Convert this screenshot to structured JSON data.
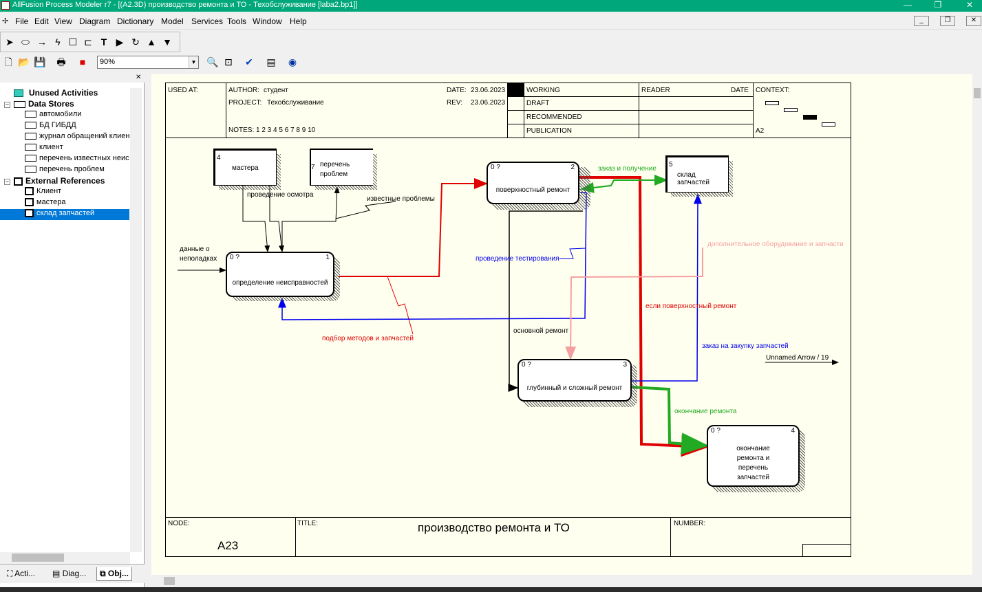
{
  "window": {
    "title": "AllFusion Process Modeler r7 - [(A2.3D) производство ремонта и ТО - Техобслуживание  [laba2.bp1]]",
    "controls": {
      "minimize": "—",
      "restore": "❐",
      "close": "✕"
    }
  },
  "menu": [
    "File",
    "Edit",
    "View",
    "Diagram",
    "Dictionary",
    "Model",
    "Services",
    "Tools",
    "Window",
    "Help"
  ],
  "mdi_controls": {
    "minimize": "_",
    "restore": "❐",
    "close": "✕"
  },
  "toolbar": {
    "tools": [
      "pointer-tool",
      "activity-box-tool",
      "precedence-arrow-tool",
      "squiggle-tool",
      "data-store-tool",
      "external-ref-tool",
      "text-tool",
      "off-page-tool",
      "swap-arrow-tool",
      "go-to-parent-tool",
      "go-to-child-tool"
    ],
    "zoom_value": "90%"
  },
  "tree": {
    "unused_activities": "Unused Activities",
    "data_stores_label": "Data Stores",
    "data_stores": [
      "автомобили",
      "БД ГИБДД",
      "журнал обращений клиен",
      "клиент",
      "перечень известных неис",
      "перечень проблем"
    ],
    "external_refs_label": "External References",
    "external_refs": [
      "Клиент",
      "мастера",
      "склад запчастей"
    ],
    "selected": "склад запчастей"
  },
  "panel_tabs": [
    "Acti...",
    "Diag...",
    "Obj..."
  ],
  "frame": {
    "used_at": "USED AT:",
    "author_label": "AUTHOR:",
    "author": "студент",
    "project_label": "PROJECT:",
    "project": "Техобслуживание",
    "date_label": "DATE:",
    "date": "23.06.2023",
    "rev_label": "REV:",
    "rev": "23.06.2023",
    "notes": "NOTES:  1  2  3  4  5  6  7  8  9  10",
    "status": [
      "WORKING",
      "DRAFT",
      "RECOMMENDED",
      "PUBLICATION"
    ],
    "reader": "READER",
    "date_col": "DATE",
    "context": "CONTEXT:",
    "context_node": "A2",
    "node_label": "NODE:",
    "node": "A23",
    "title_label": "TITLE:",
    "title": "производство ремонта и ТО",
    "number_label": "NUMBER:"
  },
  "activities": [
    {
      "name": "определение неисправностей",
      "num": "1",
      "q": "0 ?"
    },
    {
      "name": "поверхностный ремонт",
      "num": "2",
      "q": "0 ?"
    },
    {
      "name": "глубинный и сложный ремонт",
      "num": "3",
      "q": "0 ?"
    },
    {
      "name_lines": [
        "окончание",
        "ремонта и",
        "перечень",
        "запчастей"
      ],
      "num": "4",
      "q": "0 ?"
    }
  ],
  "stores": [
    {
      "num": "4",
      "name": "мастера"
    },
    {
      "num": "7",
      "name_lines": [
        "перечень",
        "проблем"
      ]
    },
    {
      "num": "5",
      "name": "склад запчастей"
    }
  ],
  "arrow_labels": {
    "inspection": "проведение осмотра",
    "known_problems": "известные проблемы",
    "fault_data": "данные о\nнеполадках",
    "testing": "проведение тестирования",
    "order_receive": "заказ и получение",
    "extra_equipment": "дополнительное оборудование и запчасти",
    "if_surface": "если поверхностный ремонт",
    "main_repair": "основной ремонт",
    "method_select": "подбор методов и запчастей",
    "order_parts": "заказ на закупку запчастей",
    "unnamed": "Unnamed Arrow / 19",
    "repair_end": "окончание ремонта"
  },
  "colors": {
    "red": "#e00000",
    "blue": "#0000ee",
    "green": "#22aa22",
    "pink": "#f4a0a0",
    "title_bar": "#00a77a",
    "selection": "#0078d7",
    "canvas": "#fffff0"
  }
}
